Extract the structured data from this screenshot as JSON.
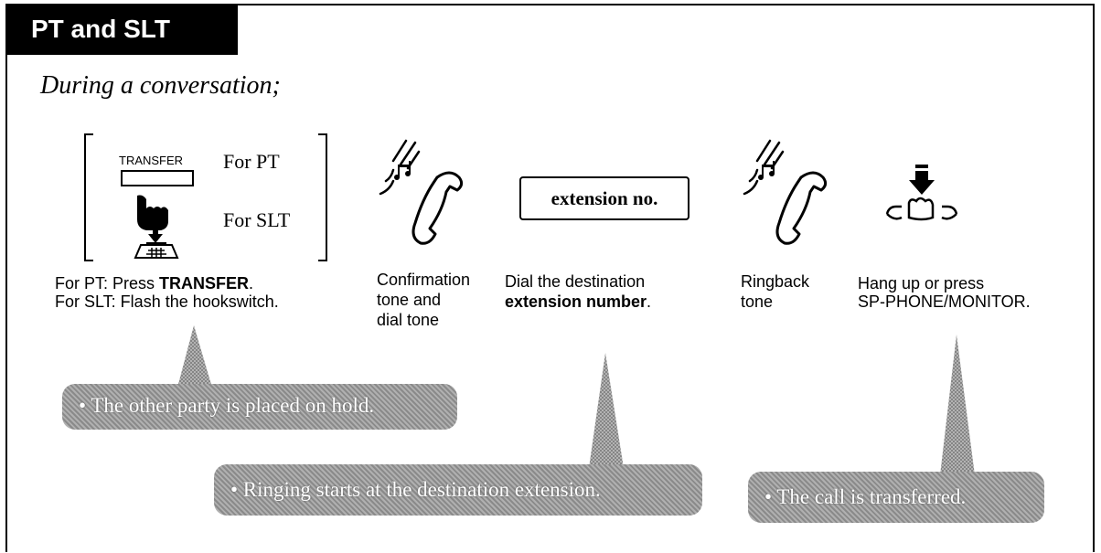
{
  "title": "PT and SLT",
  "subtitle": "During a conversation;",
  "step1": {
    "transfer_button_label": "TRANSFER",
    "for_pt": "For PT",
    "for_slt": "For SLT",
    "caption_line1_prefix": "For PT: Press ",
    "caption_line1_bold": "TRANSFER",
    "caption_line1_suffix": ".",
    "caption_line2": "For SLT: Flash the hookswitch."
  },
  "step2": {
    "caption": [
      "Confirmation",
      "tone and",
      "dial tone"
    ]
  },
  "step3": {
    "box_label": "extension no.",
    "caption_line1": "Dial the destination",
    "caption_line2_bold": "extension number",
    "caption_line2_suffix": "."
  },
  "step4": {
    "caption": [
      "Ringback",
      "tone"
    ]
  },
  "step5": {
    "caption": [
      "Hang up or press",
      "SP-PHONE/MONITOR."
    ]
  },
  "bubbles": {
    "hold": "• The other party is placed on hold.",
    "ringing": "• Ringing starts at the destination extension.",
    "transferred": "• The call is transferred."
  },
  "icons": [
    "handset-ringing-icon",
    "hookswitch-hand-icon",
    "hang-up-hand-icon"
  ]
}
